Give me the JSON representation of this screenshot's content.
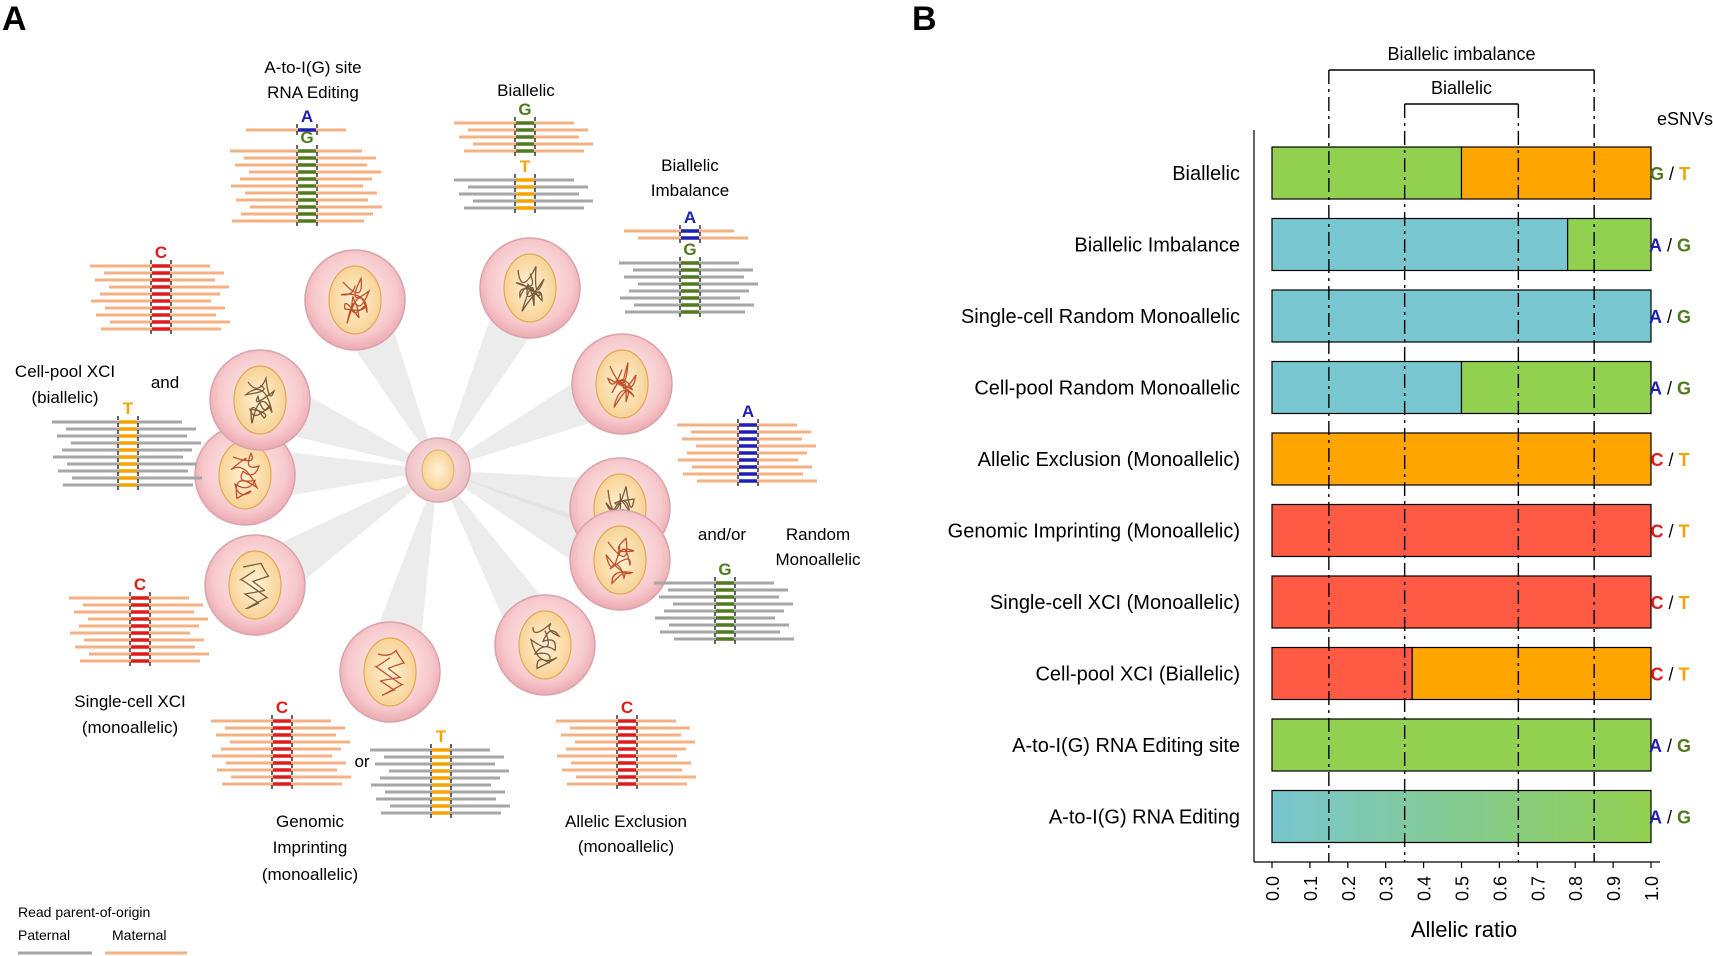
{
  "panels": {
    "a_label": "A",
    "b_label": "B"
  },
  "panel_a": {
    "labels": {
      "editing_l1": "A-to-I(G) site",
      "editing_l2": "RNA Editing",
      "biallelic": "Biallelic",
      "imbalance_l1": "Biallelic",
      "imbalance_l2": "Imbalance",
      "random_l1": "Random",
      "random_l2": "Monoallelic",
      "and_or": "and/or",
      "allelic_excl_l1": "Allelic Exclusion",
      "allelic_excl_l2": "(monoallelic)",
      "genomic_l1": "Genomic",
      "genomic_l2": "Imprinting",
      "genomic_l3": "(monoallelic)",
      "or": "or",
      "sc_xci_l1": "Single-cell XCI",
      "sc_xci_l2": "(monoallelic)",
      "cp_xci_l1": "Cell-pool XCI",
      "cp_xci_l2": "(biallelic)",
      "and": "and"
    },
    "legend": {
      "title": "Read parent-of-origin",
      "paternal": "Paternal",
      "maternal": "Maternal"
    },
    "bases": {
      "editing_top": "A",
      "editing_bottom": "G",
      "biallelic_top": "G",
      "biallelic_bottom": "T",
      "imbalance_top": "A",
      "imbalance_bottom": "G",
      "random_top": "A",
      "random_bottom": "G",
      "allelic_excl": "C",
      "genomic_a": "C",
      "genomic_b": "T",
      "sc_xci": "C",
      "cp_xci_top": "C",
      "cp_xci_bottom": "T"
    },
    "colors": {
      "paternal": "#a6a6a6",
      "maternal": "#f4b183",
      "A": "#1f1fb4",
      "G": "#4f7a1d",
      "T": "#f5a300",
      "C": "#e01b1b"
    }
  },
  "chart_data": {
    "type": "bar",
    "orientation": "horizontal-stacked",
    "xlabel": "Allelic ratio",
    "xlim": [
      0.0,
      1.0
    ],
    "xticks": [
      "0.0",
      "0.1",
      "0.2",
      "0.3",
      "0.4",
      "0.5",
      "0.6",
      "0.7",
      "0.8",
      "0.9",
      "1.0"
    ],
    "eSNVs_header": "eSNVs",
    "brackets": [
      {
        "label": "Biallelic imbalance",
        "from": 0.15,
        "to": 0.85
      },
      {
        "label": "Biallelic",
        "from": 0.35,
        "to": 0.65
      }
    ],
    "reference_lines": [
      0.15,
      0.35,
      0.65,
      0.85
    ],
    "colors": {
      "green": "#92d050",
      "orange": "#ffa500",
      "teal": "#78c6cf",
      "red": "#ff5a43",
      "base_A": "#1f1fb4",
      "base_G": "#4f7a1d",
      "base_T": "#f5a300",
      "base_C": "#e01b1b"
    },
    "rows": [
      {
        "label": "Biallelic",
        "segments": [
          {
            "from": 0.0,
            "to": 0.5,
            "color": "green"
          },
          {
            "from": 0.5,
            "to": 1.0,
            "color": "orange"
          }
        ],
        "esnv": [
          "G",
          "T"
        ]
      },
      {
        "label": "Biallelic Imbalance",
        "segments": [
          {
            "from": 0.0,
            "to": 0.78,
            "color": "teal"
          },
          {
            "from": 0.78,
            "to": 1.0,
            "color": "green"
          }
        ],
        "esnv": [
          "A",
          "G"
        ]
      },
      {
        "label": "Single-cell Random Monoallelic",
        "segments": [
          {
            "from": 0.0,
            "to": 1.0,
            "color": "teal"
          }
        ],
        "esnv": [
          "A",
          "G"
        ]
      },
      {
        "label": "Cell-pool Random Monoallelic",
        "segments": [
          {
            "from": 0.0,
            "to": 0.5,
            "color": "teal"
          },
          {
            "from": 0.5,
            "to": 1.0,
            "color": "green"
          }
        ],
        "esnv": [
          "A",
          "G"
        ]
      },
      {
        "label": "Allelic Exclusion (Monoallelic)",
        "segments": [
          {
            "from": 0.0,
            "to": 1.0,
            "color": "orange"
          }
        ],
        "esnv": [
          "C",
          "T"
        ]
      },
      {
        "label": "Genomic Imprinting (Monoallelic)",
        "segments": [
          {
            "from": 0.0,
            "to": 1.0,
            "color": "red"
          }
        ],
        "esnv": [
          "C",
          "T"
        ]
      },
      {
        "label": "Single-cell XCI (Monoallelic)",
        "segments": [
          {
            "from": 0.0,
            "to": 1.0,
            "color": "red"
          }
        ],
        "esnv": [
          "C",
          "T"
        ]
      },
      {
        "label": "Cell-pool XCI (Biallelic)",
        "segments": [
          {
            "from": 0.0,
            "to": 0.37,
            "color": "red"
          },
          {
            "from": 0.37,
            "to": 1.0,
            "color": "orange"
          }
        ],
        "esnv": [
          "C",
          "T"
        ]
      },
      {
        "label": "A-to-I(G) RNA Editing site",
        "segments": [
          {
            "from": 0.0,
            "to": 1.0,
            "color": "green"
          }
        ],
        "esnv": [
          "A",
          "G"
        ]
      },
      {
        "label": "A-to-I(G) RNA Editing",
        "segments": [
          {
            "from": 0.0,
            "to": 1.0,
            "color": "gradient"
          }
        ],
        "esnv": [
          "A",
          "G"
        ]
      }
    ]
  }
}
